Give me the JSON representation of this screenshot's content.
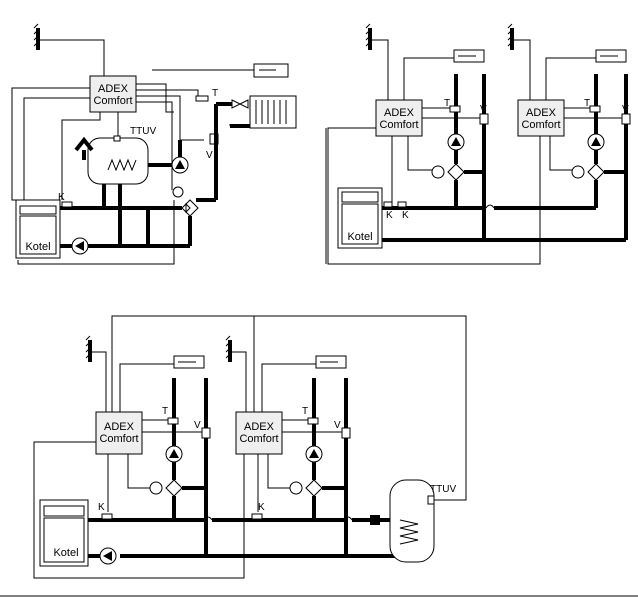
{
  "labels": {
    "controller_line1": "ADEX",
    "controller_line2": "Comfort",
    "boiler": "Kotel",
    "ttuv": "TTUV",
    "sensor_t": "T",
    "sensor_v": "V",
    "sensor_k": "K"
  }
}
